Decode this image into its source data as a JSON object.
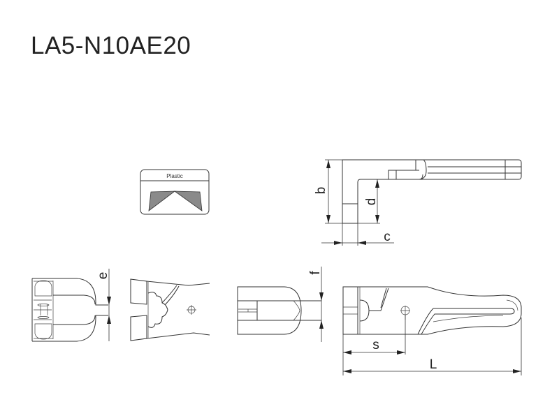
{
  "title": "LA5-N10AE20",
  "material_box": {
    "label": "Plastic"
  },
  "dimensions": {
    "b": "b",
    "c": "c",
    "d": "d",
    "e": "e",
    "f": "f",
    "s": "s",
    "L": "L"
  },
  "colors": {
    "line": "#333333",
    "fill_gray": "#8a8a8a"
  }
}
